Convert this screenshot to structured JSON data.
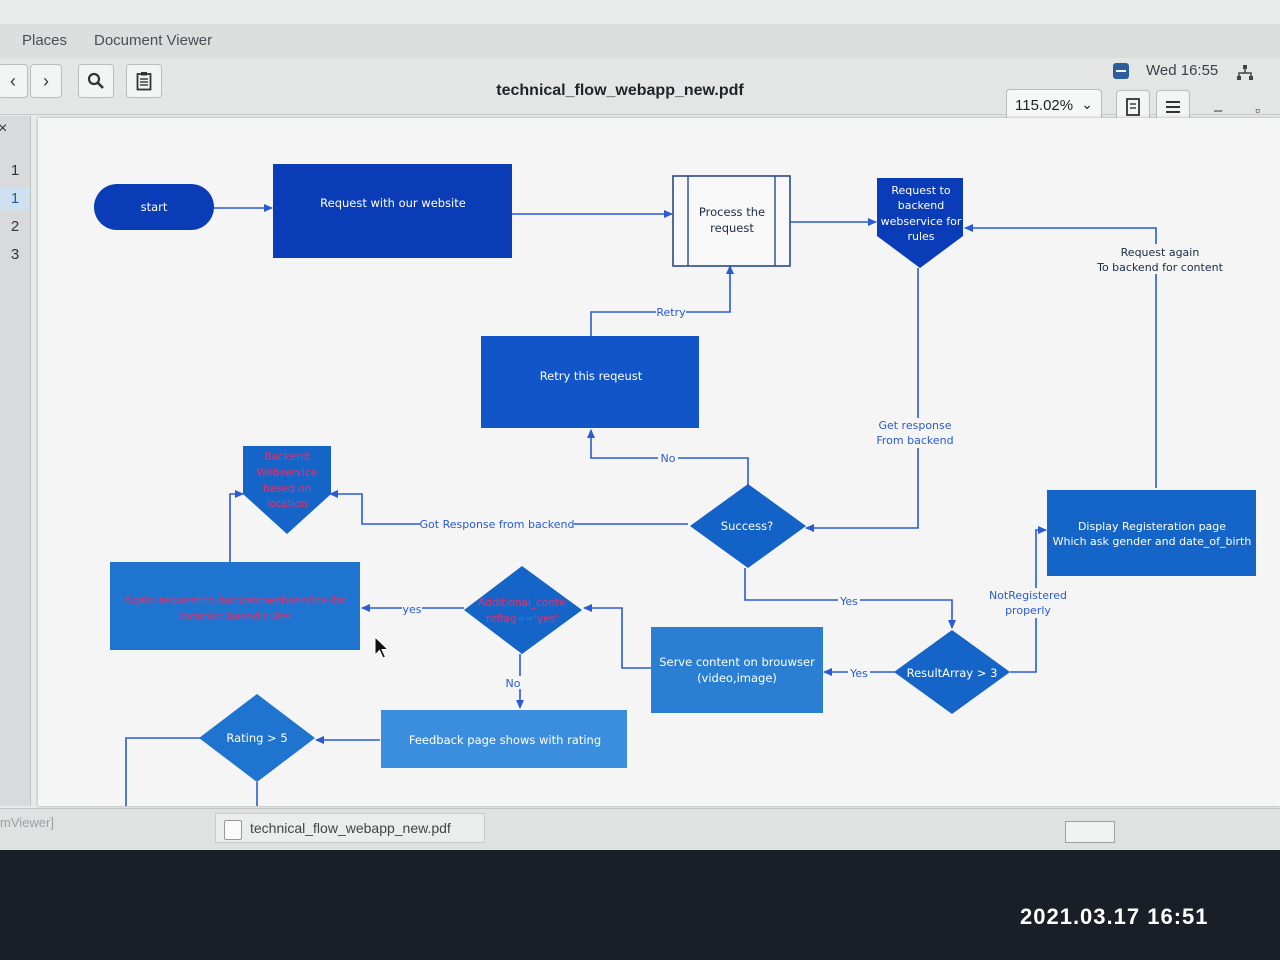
{
  "menubar": {
    "places": "Places",
    "app_name": "Document Viewer"
  },
  "toolbar": {
    "back_icon": "chevron-left-icon",
    "forward_icon": "chevron-right-icon",
    "search_icon": "search-icon",
    "thumbs_icon": "clipboard-icon",
    "document_title": "technical_flow_webapp_new.pdf",
    "zoom_value": "115.02%",
    "clock": "Wed 16:55",
    "minimize": "–",
    "maximize": "▫"
  },
  "sidebar": {
    "close": "×",
    "pages": [
      "1",
      "1",
      "2",
      "3"
    ]
  },
  "diagram": {
    "nodes": {
      "start": "start",
      "request_website": "Request with our website",
      "process_request_1": "Process the",
      "process_request_2": "request",
      "req_backend_1": "Request to",
      "req_backend_2": "backend",
      "req_backend_3": "webservice for",
      "req_backend_4": "rules",
      "retry_request": "Retry this reqeust",
      "success": "Success?",
      "backend_ws_1": "Backend",
      "backend_ws_2": "Webservice",
      "backend_ws_3": "based on",
      "backend_ws_4": "location",
      "display_reg_1": "Display Registeration page",
      "display_reg_2": "Which ask gender and date_of_birth",
      "again_request_1": "Again request to backendwebservice for",
      "again_request_2": "location based rules",
      "additional_1": "Additional_conte",
      "additional_2": "ntflag=='yes'",
      "serve_content_1": "Serve content on brouwser",
      "serve_content_2": "(video,image)",
      "result_array": "ResultArray > 3",
      "feedback_page": "Feedback page shows with rating",
      "rating": "Rating > 5"
    },
    "edge_labels": {
      "retry": "Retry",
      "no_to_retry": "No",
      "got_response": "Got Response from backend",
      "get_response_1": "Get response",
      "get_response_2": "From backend",
      "request_again_1": "Request again",
      "request_again_2": "To backend for content",
      "yes_success": "Yes",
      "yes_result": "Yes",
      "yes_additional": "yes",
      "no_additional": "No",
      "not_registered_1": "NotRegistered",
      "not_registered_2": "properly"
    }
  },
  "statusbar": {
    "left_text": "mViewer]",
    "task_label": "technical_flow_webapp_new.pdf"
  },
  "photo_timestamp": "2021.03.17 16:51",
  "colors": {
    "dark_blue": "#0b3cb8",
    "mid_blue": "#1565c9",
    "light_blue": "#2a7fd3",
    "line_blue": "#2a5bd6",
    "alert_text": "#e5306b"
  }
}
